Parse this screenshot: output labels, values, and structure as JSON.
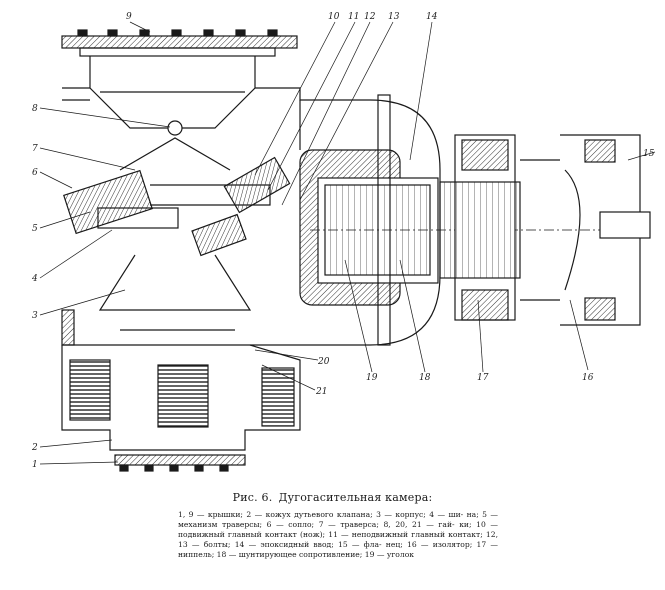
{
  "figure": {
    "number": "Рис. 6.",
    "title": "Дугогасительная камера:"
  },
  "legend_lines": [
    "1, 9 — крышки; 2 — кожух дутьевого клапана; 3 — корпус; 4 — ши-",
    "на; 5 — механизм траверсы; 6 — сопло; 7 — траверса; 8, 20, 21 — гай-",
    "ки; 10 — подвижный главный контакт (нож); 11 — неподвижный",
    "главный контакт; 12, 13 — болты; 14 — эпоксидный ввод; 15 — фла-",
    "нец; 16 — изолятор; 17 — ниппель; 18 — шунтирующее сопротивление;",
    "19 — уголок"
  ],
  "callouts": [
    "1",
    "2",
    "3",
    "4",
    "5",
    "6",
    "7",
    "8",
    "9",
    "10",
    "11",
    "12",
    "13",
    "14",
    "15",
    "16",
    "17",
    "18",
    "19",
    "20",
    "21"
  ]
}
